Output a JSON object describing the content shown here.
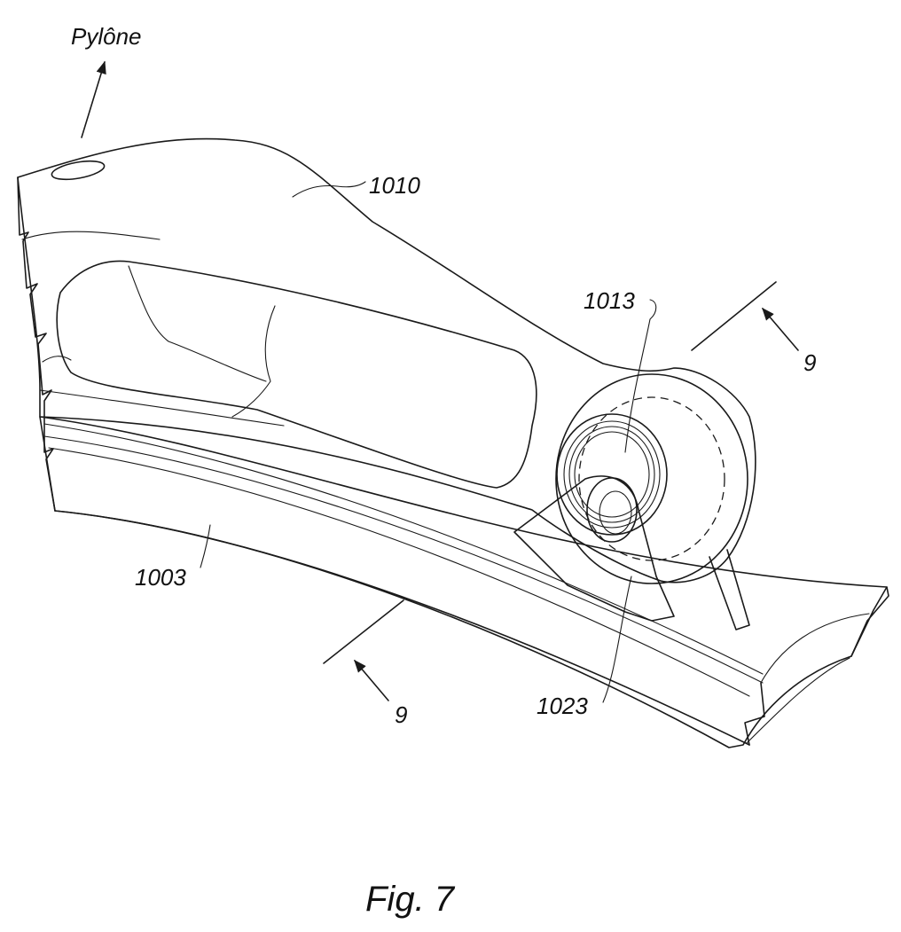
{
  "figure": {
    "caption": "Fig. 7",
    "labels": {
      "pylone": "Pylône",
      "part_1010": "1010",
      "part_1013": "1013",
      "part_1003": "1003",
      "part_1023": "1023",
      "section_right": "9",
      "section_left": "9"
    },
    "colors": {
      "ink": "#1a1a1a",
      "paper": "#ffffff",
      "stipple": "#bdbdbd"
    }
  }
}
